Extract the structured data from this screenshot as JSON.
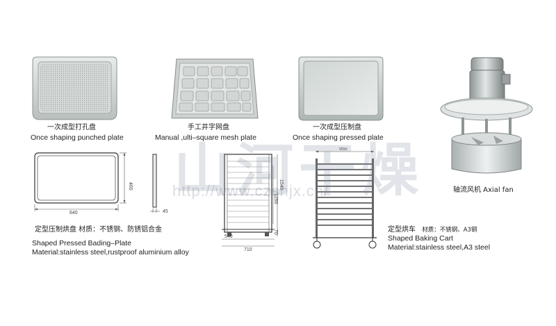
{
  "products": [
    {
      "cn": "一次成型打孔盘",
      "en": "Once shaping punched plate"
    },
    {
      "cn": "手工井字网盘",
      "en": "Manual ,ulti–square mesh plate"
    },
    {
      "cn": "一次成型压制盘",
      "en": "Once shaping pressed plate"
    },
    {
      "cn": "轴流风机 Axial fan"
    }
  ],
  "pressed_plate": {
    "title_cn": "定型压制烘盘  材质：不锈钢、防锈铝合金",
    "title_en": "Shaped Pressed Bading–Plate",
    "material_en": "Material:stainless steel,rustproof aluminium alloy",
    "dims": {
      "width": "640",
      "height": "460",
      "depth": "45"
    }
  },
  "cart_front": {
    "dims": {
      "width_inner": "540",
      "width_outer": "710",
      "height": "1540",
      "inner_h": "1250",
      "foot": "70"
    }
  },
  "baking_cart": {
    "title_cn": "定型烘车",
    "title_cn_material": "材质：不锈钢、A3钢",
    "title_en": "Shaped Baking Cart",
    "material_en": "Material:stainless steel,A3 steel",
    "dims": {
      "depth": "950"
    }
  },
  "watermark": {
    "cn": "山河干燥",
    "url": "http://www.czshjx.cn/"
  }
}
